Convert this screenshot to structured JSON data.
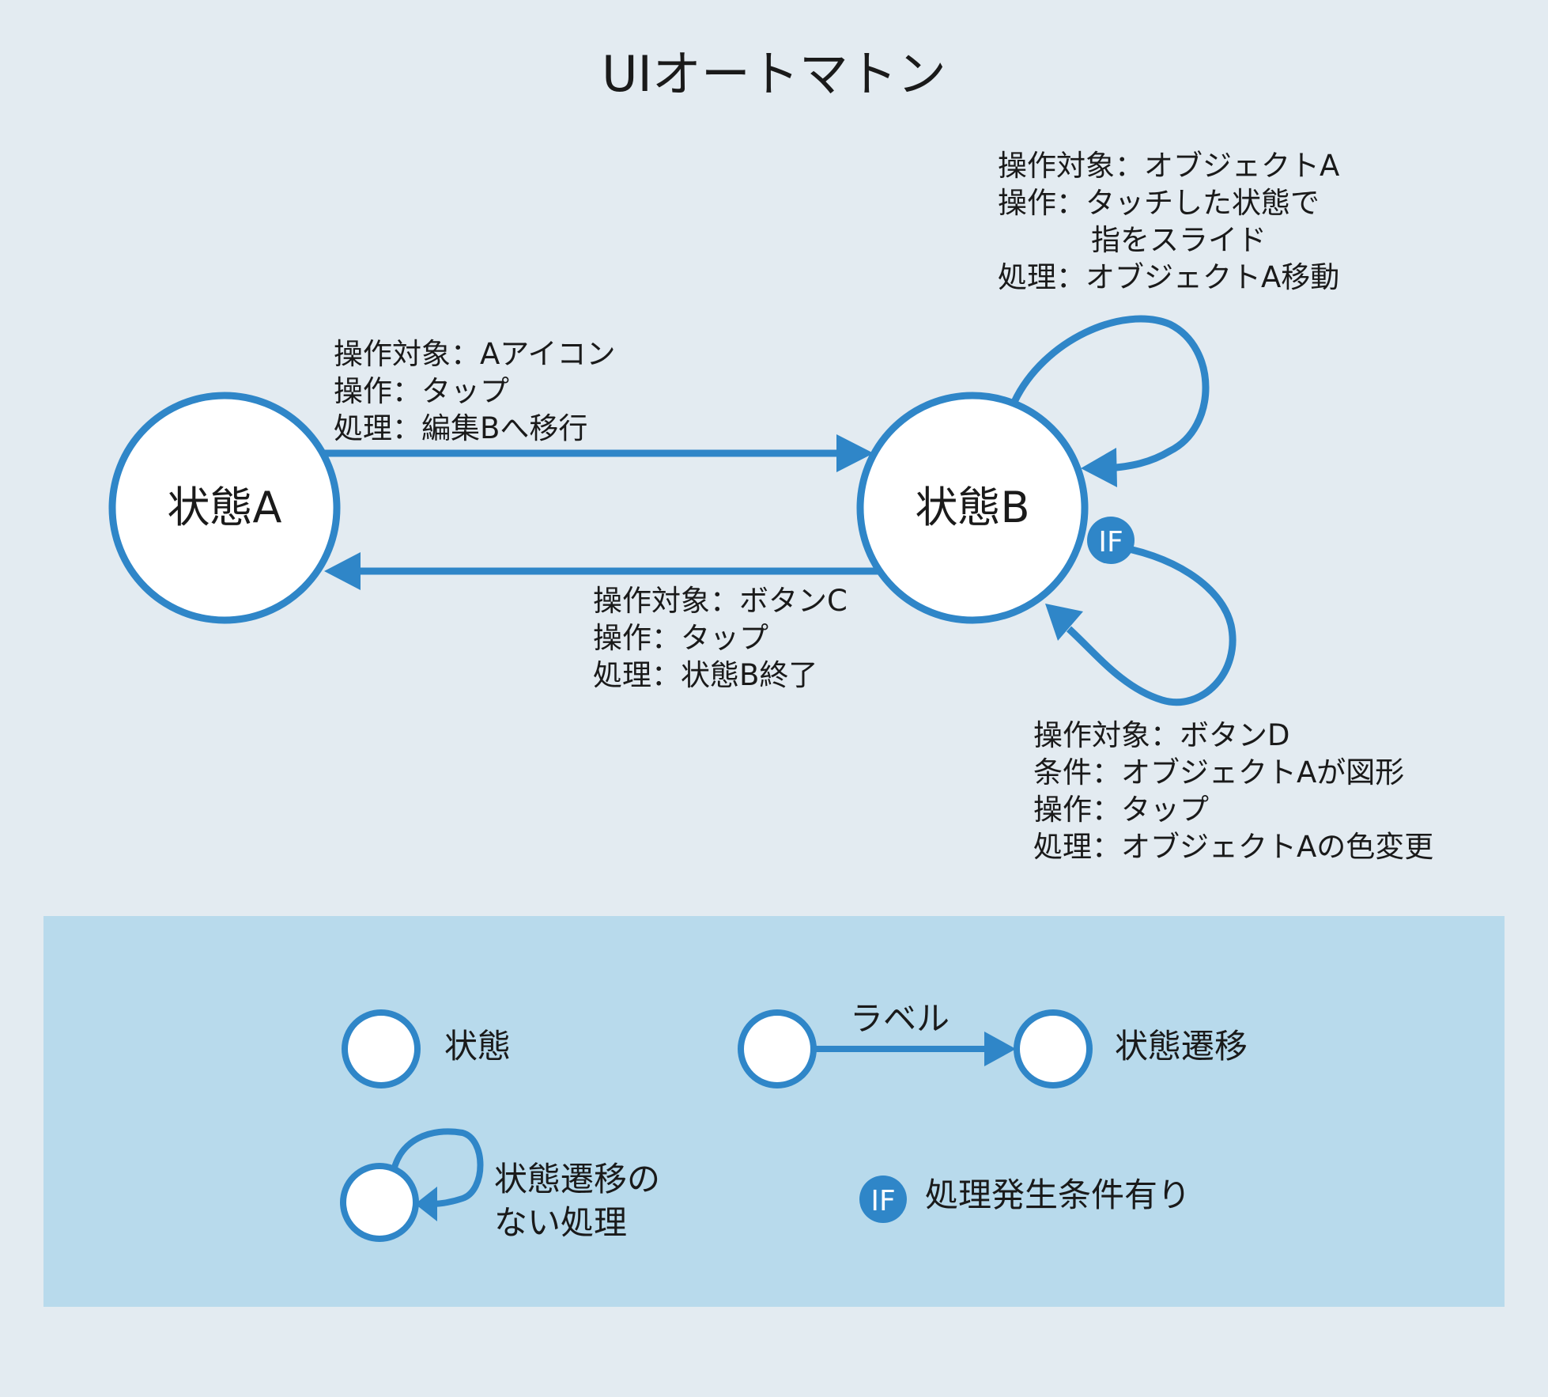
{
  "title": "UIオートマトン",
  "colors": {
    "background": "#e3ebf1",
    "accent": "#2f86c8",
    "legend_background": "#b8daec",
    "node_fill": "#ffffff"
  },
  "states": {
    "a": "状態A",
    "b": "状態B"
  },
  "transitions": {
    "a_to_b": {
      "lines": [
        "操作対象：Aアイコン",
        "操作：タップ",
        "処理：編集Bへ移行"
      ]
    },
    "b_to_a": {
      "lines": [
        "操作対象：ボタンC",
        "操作：タップ",
        "処理：状態B終了"
      ]
    },
    "b_self_top": {
      "lines": [
        "操作対象：オブジェクトA",
        "操作：タッチした状態で",
        "指をスライド",
        "処理：オブジェクトA移動"
      ]
    },
    "b_self_if": {
      "badge": "IF",
      "lines": [
        "操作対象：ボタンD",
        "条件：オブジェクトAが図形",
        "操作：タップ",
        "処理：オブジェクトAの色変更"
      ]
    }
  },
  "legend": {
    "state": "状態",
    "transition_label": "ラベル",
    "transition": "状態遷移",
    "self_loop_line1": "状態遷移の",
    "self_loop_line2": "ない処理",
    "if_badge": "IF",
    "if_text": "処理発生条件有り"
  }
}
